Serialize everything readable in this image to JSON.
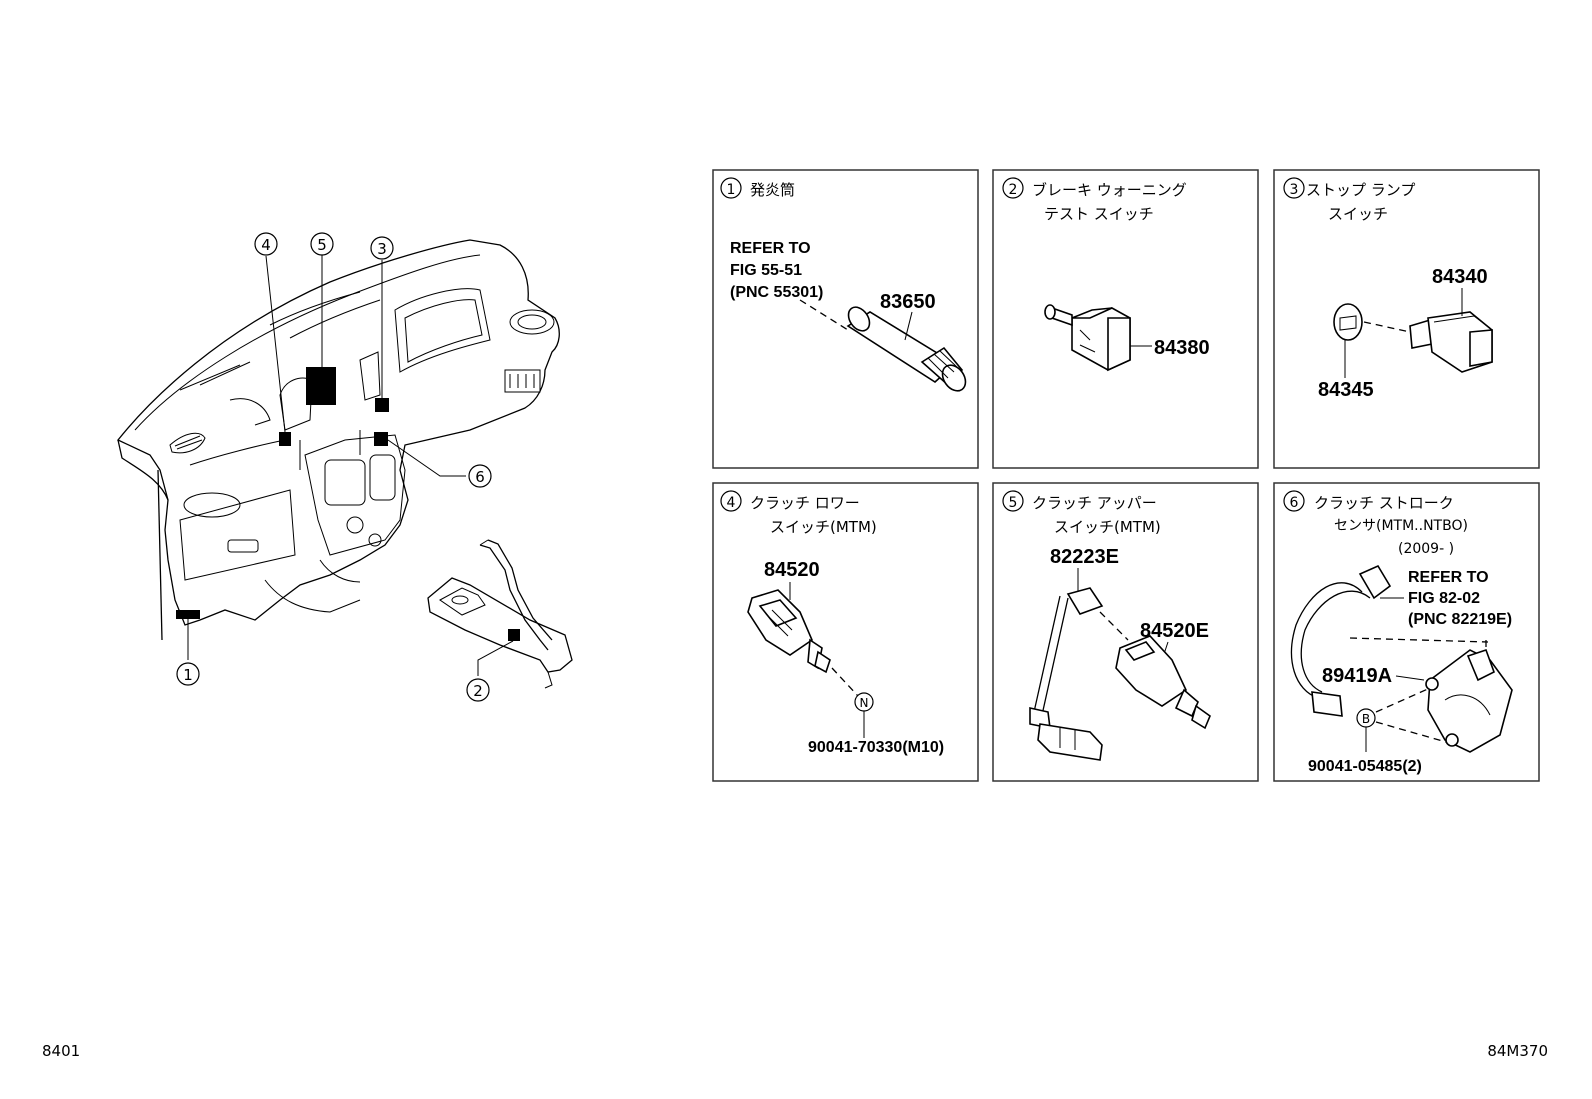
{
  "footer": {
    "left_code": "8401",
    "right_code": "84M370"
  },
  "overview": {
    "callouts": [
      "1",
      "2",
      "3",
      "4",
      "5",
      "6"
    ]
  },
  "panels": [
    {
      "num": "1",
      "title_lines": [
        "発炎筒"
      ],
      "refer": [
        "REFER TO",
        "FIG 55-51",
        "(PNC 55301)"
      ],
      "parts": [
        "83650"
      ]
    },
    {
      "num": "2",
      "title_lines": [
        "ブレーキ ウォーニング",
        "テスト スイッチ"
      ],
      "parts": [
        "84380"
      ]
    },
    {
      "num": "3",
      "title_lines": [
        "ストップ ランプ",
        "スイッチ"
      ],
      "parts": [
        "84340",
        "84345"
      ]
    },
    {
      "num": "4",
      "title_lines": [
        "クラッチ ロワー",
        "スイッチ(MTM)"
      ],
      "parts": [
        "84520",
        "90041-70330(M10)"
      ],
      "marker": "N"
    },
    {
      "num": "5",
      "title_lines": [
        "クラッチ アッパー",
        "スイッチ(MTM)"
      ],
      "parts": [
        "82223E",
        "84520E"
      ]
    },
    {
      "num": "6",
      "title_lines": [
        "クラッチ ストローク",
        "センサ(MTM..NTBO)",
        "(2009-      )"
      ],
      "refer": [
        "REFER TO",
        "FIG 82-02",
        "(PNC 82219E)"
      ],
      "parts": [
        "89419A",
        "90041-05485(2)"
      ],
      "marker": "B"
    }
  ]
}
